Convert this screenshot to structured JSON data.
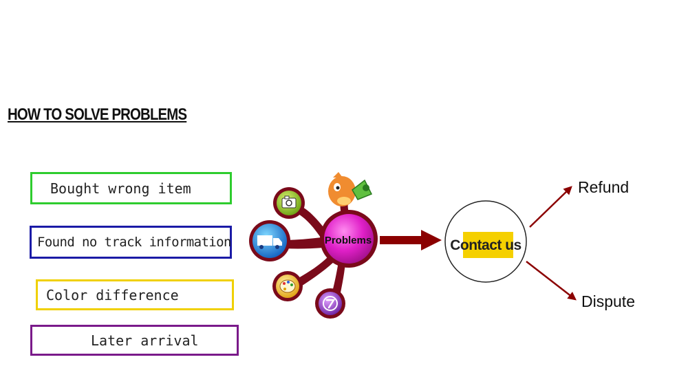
{
  "title": "HOW TO SOLVE PROBLEMS",
  "problems": [
    {
      "label": "Bought wrong item",
      "color": "#2ecc2e"
    },
    {
      "label": "Found no track information",
      "color": "#1a1aa6"
    },
    {
      "label": "Color difference",
      "color": "#f0d000"
    },
    {
      "label": "Later arrival",
      "color": "#7a1a8a"
    }
  ],
  "hub": {
    "label": "Problems",
    "color": "#e020c8",
    "stem_color": "#7a0a1a"
  },
  "icons": [
    "camera-icon",
    "truck-icon",
    "palette-icon",
    "seven-day-return-icon",
    "mascot-icon"
  ],
  "contact": {
    "label": "Contact us",
    "highlight": "#f5d000"
  },
  "outcomes": [
    "Refund",
    "Dispute"
  ],
  "arrow_color": "#8b0000"
}
